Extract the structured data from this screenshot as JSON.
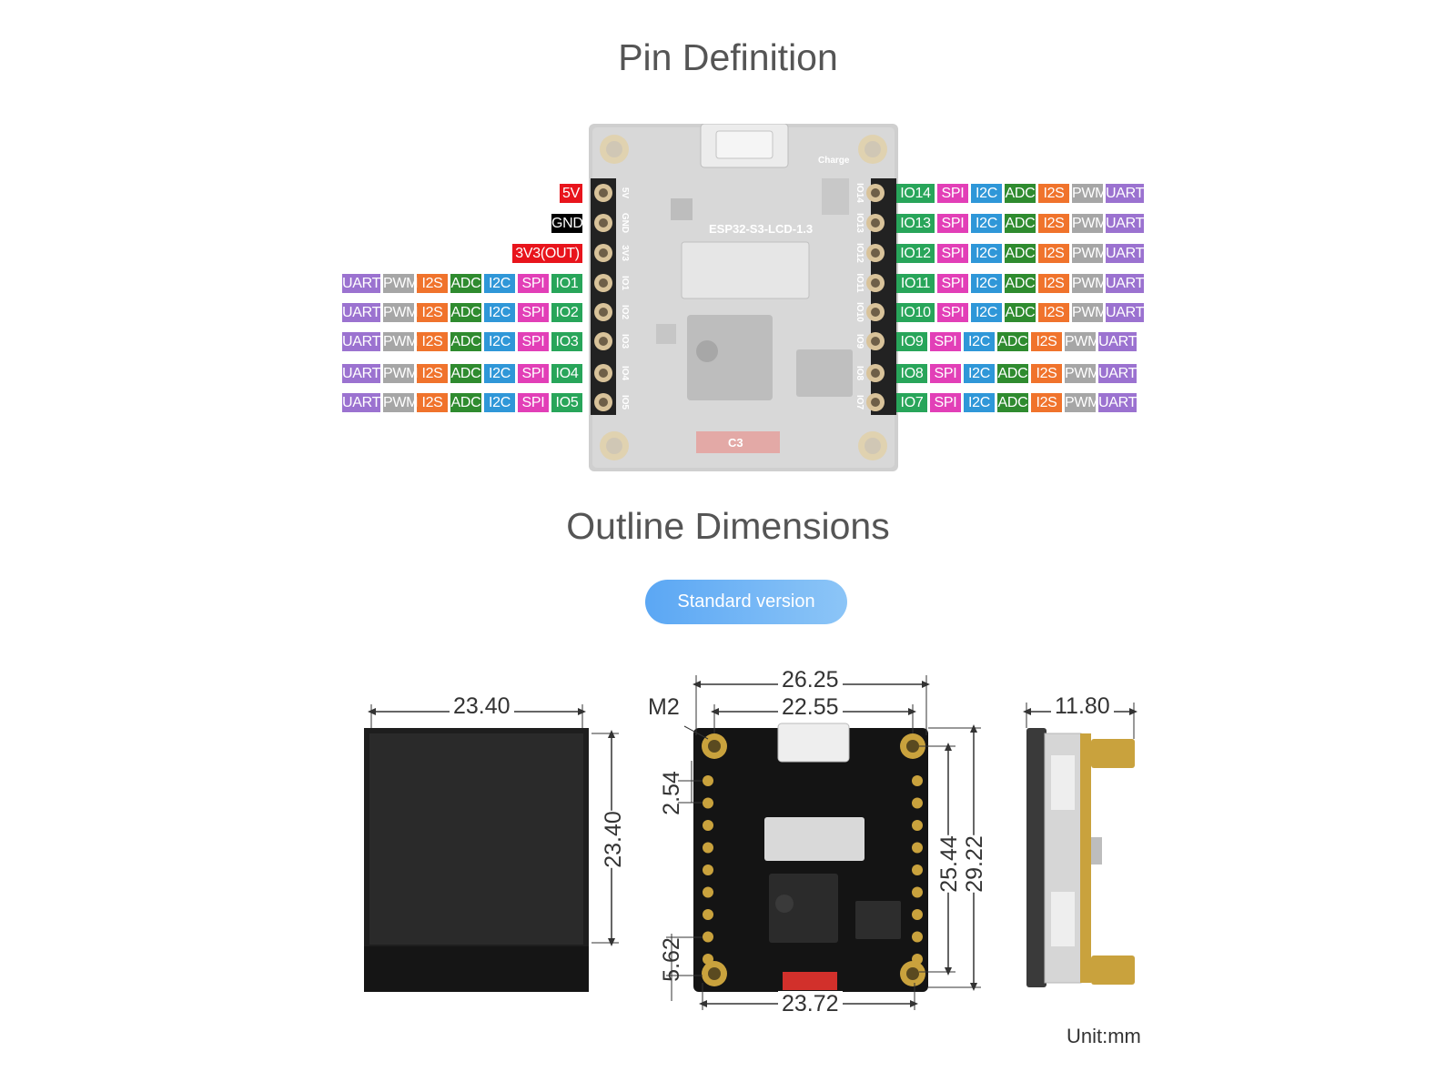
{
  "titles": {
    "pin_definition": "Pin Definition",
    "outline_dimensions": "Outline Dimensions"
  },
  "variant_button": "Standard version",
  "board": {
    "model": "ESP32-S3-LCD-1.3",
    "charge_label": "Charge",
    "chip_label": "C3",
    "left_silk": [
      "5V",
      "GND",
      "3V3",
      "IO1",
      "IO2",
      "IO3",
      "IO4",
      "IO5"
    ],
    "right_silk": [
      "IO14",
      "IO13",
      "IO12",
      "IO11",
      "IO10",
      "IO9",
      "IO8",
      "IO7"
    ]
  },
  "left_pins": [
    {
      "tags": [
        {
          "text": "5V",
          "color": "#e8141c"
        }
      ]
    },
    {
      "tags": [
        {
          "text": "GND",
          "color": "#000000"
        }
      ]
    },
    {
      "tags": [
        {
          "text": "3V3(OUT)",
          "color": "#e8141c"
        }
      ]
    },
    {
      "tags": [
        {
          "text": "UART",
          "color": "#9b72d0"
        },
        {
          "text": "PWM",
          "color": "#a6a6a6"
        },
        {
          "text": "I2S",
          "color": "#f0732c"
        },
        {
          "text": "ADC",
          "color": "#2f8b2f"
        },
        {
          "text": "I2C",
          "color": "#2f97d8"
        },
        {
          "text": "SPI",
          "color": "#e23fb7"
        },
        {
          "text": "IO1",
          "color": "#28a55a"
        }
      ]
    },
    {
      "tags": [
        {
          "text": "UART",
          "color": "#9b72d0"
        },
        {
          "text": "PWM",
          "color": "#a6a6a6"
        },
        {
          "text": "I2S",
          "color": "#f0732c"
        },
        {
          "text": "ADC",
          "color": "#2f8b2f"
        },
        {
          "text": "I2C",
          "color": "#2f97d8"
        },
        {
          "text": "SPI",
          "color": "#e23fb7"
        },
        {
          "text": "IO2",
          "color": "#28a55a"
        }
      ]
    },
    {
      "tags": [
        {
          "text": "UART",
          "color": "#9b72d0"
        },
        {
          "text": "PWM",
          "color": "#a6a6a6"
        },
        {
          "text": "I2S",
          "color": "#f0732c"
        },
        {
          "text": "ADC",
          "color": "#2f8b2f"
        },
        {
          "text": "I2C",
          "color": "#2f97d8"
        },
        {
          "text": "SPI",
          "color": "#e23fb7"
        },
        {
          "text": "IO3",
          "color": "#28a55a"
        }
      ]
    },
    {
      "tags": [
        {
          "text": "UART",
          "color": "#9b72d0"
        },
        {
          "text": "PWM",
          "color": "#a6a6a6"
        },
        {
          "text": "I2S",
          "color": "#f0732c"
        },
        {
          "text": "ADC",
          "color": "#2f8b2f"
        },
        {
          "text": "I2C",
          "color": "#2f97d8"
        },
        {
          "text": "SPI",
          "color": "#e23fb7"
        },
        {
          "text": "IO4",
          "color": "#28a55a"
        }
      ]
    },
    {
      "tags": [
        {
          "text": "UART",
          "color": "#9b72d0"
        },
        {
          "text": "PWM",
          "color": "#a6a6a6"
        },
        {
          "text": "I2S",
          "color": "#f0732c"
        },
        {
          "text": "ADC",
          "color": "#2f8b2f"
        },
        {
          "text": "I2C",
          "color": "#2f97d8"
        },
        {
          "text": "SPI",
          "color": "#e23fb7"
        },
        {
          "text": "IO5",
          "color": "#28a55a"
        }
      ]
    }
  ],
  "right_pins": [
    {
      "tags": [
        {
          "text": "IO14",
          "color": "#28a55a"
        },
        {
          "text": "SPI",
          "color": "#e23fb7"
        },
        {
          "text": "I2C",
          "color": "#2f97d8"
        },
        {
          "text": "ADC",
          "color": "#2f8b2f"
        },
        {
          "text": "I2S",
          "color": "#f0732c"
        },
        {
          "text": "PWM",
          "color": "#a6a6a6"
        },
        {
          "text": "UART",
          "color": "#9b72d0"
        }
      ]
    },
    {
      "tags": [
        {
          "text": "IO13",
          "color": "#28a55a"
        },
        {
          "text": "SPI",
          "color": "#e23fb7"
        },
        {
          "text": "I2C",
          "color": "#2f97d8"
        },
        {
          "text": "ADC",
          "color": "#2f8b2f"
        },
        {
          "text": "I2S",
          "color": "#f0732c"
        },
        {
          "text": "PWM",
          "color": "#a6a6a6"
        },
        {
          "text": "UART",
          "color": "#9b72d0"
        }
      ]
    },
    {
      "tags": [
        {
          "text": "IO12",
          "color": "#28a55a"
        },
        {
          "text": "SPI",
          "color": "#e23fb7"
        },
        {
          "text": "I2C",
          "color": "#2f97d8"
        },
        {
          "text": "ADC",
          "color": "#2f8b2f"
        },
        {
          "text": "I2S",
          "color": "#f0732c"
        },
        {
          "text": "PWM",
          "color": "#a6a6a6"
        },
        {
          "text": "UART",
          "color": "#9b72d0"
        }
      ]
    },
    {
      "tags": [
        {
          "text": "IO11",
          "color": "#28a55a"
        },
        {
          "text": "SPI",
          "color": "#e23fb7"
        },
        {
          "text": "I2C",
          "color": "#2f97d8"
        },
        {
          "text": "ADC",
          "color": "#2f8b2f"
        },
        {
          "text": "I2S",
          "color": "#f0732c"
        },
        {
          "text": "PWM",
          "color": "#a6a6a6"
        },
        {
          "text": "UART",
          "color": "#9b72d0"
        }
      ]
    },
    {
      "tags": [
        {
          "text": "IO10",
          "color": "#28a55a"
        },
        {
          "text": "SPI",
          "color": "#e23fb7"
        },
        {
          "text": "I2C",
          "color": "#2f97d8"
        },
        {
          "text": "ADC",
          "color": "#2f8b2f"
        },
        {
          "text": "I2S",
          "color": "#f0732c"
        },
        {
          "text": "PWM",
          "color": "#a6a6a6"
        },
        {
          "text": "UART",
          "color": "#9b72d0"
        }
      ]
    },
    {
      "tags": [
        {
          "text": "IO9",
          "color": "#28a55a"
        },
        {
          "text": "SPI",
          "color": "#e23fb7"
        },
        {
          "text": "I2C",
          "color": "#2f97d8"
        },
        {
          "text": "ADC",
          "color": "#2f8b2f"
        },
        {
          "text": "I2S",
          "color": "#f0732c"
        },
        {
          "text": "PWM",
          "color": "#a6a6a6"
        },
        {
          "text": "UART",
          "color": "#9b72d0"
        }
      ]
    },
    {
      "tags": [
        {
          "text": "IO8",
          "color": "#28a55a"
        },
        {
          "text": "SPI",
          "color": "#e23fb7"
        },
        {
          "text": "I2C",
          "color": "#2f97d8"
        },
        {
          "text": "ADC",
          "color": "#2f8b2f"
        },
        {
          "text": "I2S",
          "color": "#f0732c"
        },
        {
          "text": "PWM",
          "color": "#a6a6a6"
        },
        {
          "text": "UART",
          "color": "#9b72d0"
        }
      ]
    },
    {
      "tags": [
        {
          "text": "IO7",
          "color": "#28a55a"
        },
        {
          "text": "SPI",
          "color": "#e23fb7"
        },
        {
          "text": "I2C",
          "color": "#2f97d8"
        },
        {
          "text": "ADC",
          "color": "#2f8b2f"
        },
        {
          "text": "I2S",
          "color": "#f0732c"
        },
        {
          "text": "PWM",
          "color": "#a6a6a6"
        },
        {
          "text": "UART",
          "color": "#9b72d0"
        }
      ]
    }
  ],
  "dimensions": {
    "lcd_width": "23.40",
    "lcd_height": "23.40",
    "board_total_width": "26.25",
    "board_hole_width": "22.55",
    "hole_label": "M2",
    "pin_pitch": "2.54",
    "bottom_offset": "5.62",
    "bottom_width": "23.72",
    "hole_height": "25.44",
    "total_height": "29.22",
    "thickness": "11.80"
  },
  "unit_note": "Unit:mm"
}
